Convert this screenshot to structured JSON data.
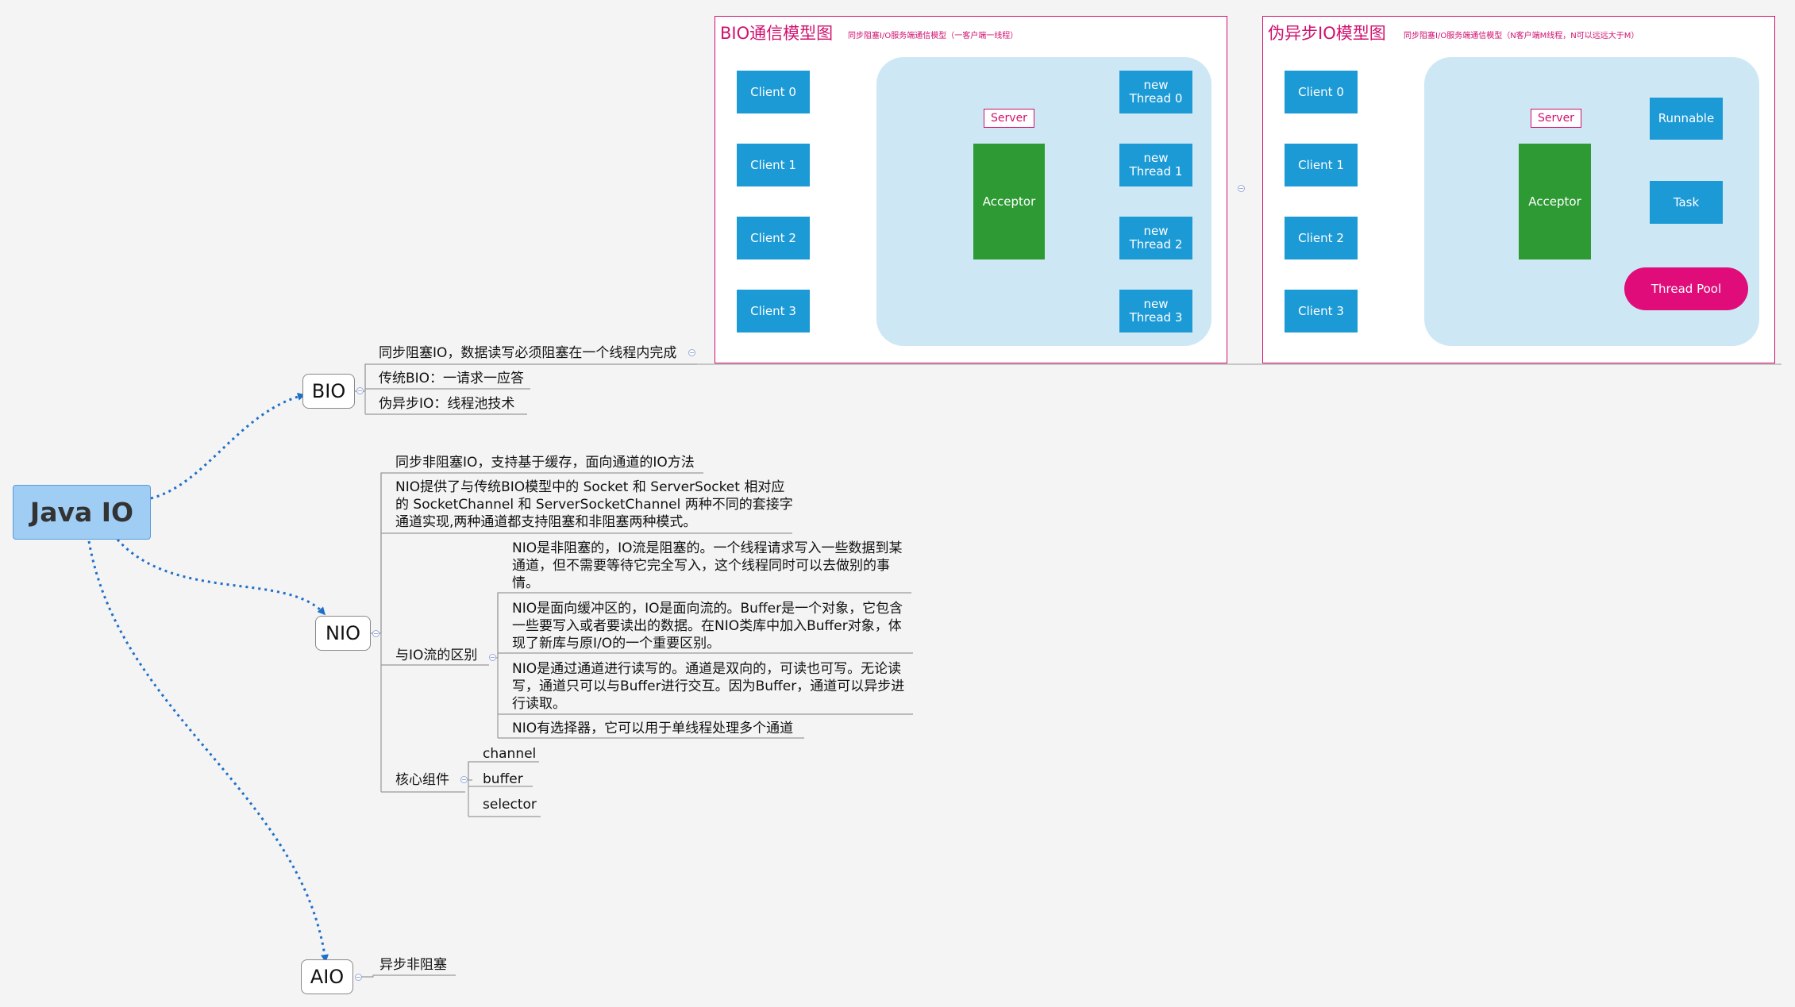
{
  "root": {
    "label": "Java IO"
  },
  "bio": {
    "label": "BIO",
    "items": [
      "同步阻塞IO，数据读写必须阻塞在一个线程内完成",
      "传统BIO：一请求一应答",
      "伪异步IO：线程池技术"
    ]
  },
  "nio": {
    "label": "NIO",
    "items": [
      "同步非阻塞IO，支持基于缓存，面向通道的IO方法",
      "NIO提供了与传统BIO模型中的 Socket 和 ServerSocket 相对应的 SocketChannel 和 ServerSocketChannel 两种不同的套接字通道实现,两种通道都支持阻塞和非阻塞两种模式。"
    ],
    "diff": {
      "label": "与IO流的区别",
      "items": [
        "NIO是非阻塞的，IO流是阻塞的。一个线程请求写入一些数据到某通道，但不需要等待它完全写入，这个线程同时可以去做别的事情。",
        "NIO是面向缓冲区的，IO是面向流的。Buffer是一个对象，它包含一些要写入或者要读出的数据。在NIO类库中加入Buffer对象，体现了新库与原I/O的一个重要区别。",
        "NIO是通过通道进行读写的。通道是双向的，可读也可写。无论读写，通道只可以与Buffer进行交互。因为Buffer，通道可以异步进行读取。",
        "NIO有选择器，它可以用于单线程处理多个通道"
      ]
    },
    "core": {
      "label": "核心组件",
      "items": [
        "channel",
        "buffer",
        "selector"
      ]
    }
  },
  "aio": {
    "label": "AIO",
    "items": [
      "异步非阻塞"
    ]
  },
  "bio_diagram": {
    "title": "BIO通信模型图",
    "subtitle": "同步阻塞I/O服务端通信模型（一客户端一线程）",
    "server": "Server",
    "acceptor": "Acceptor",
    "clients": [
      "Client 0",
      "Client 1",
      "Client 2",
      "Client 3"
    ],
    "threads": [
      "new Thread 0",
      "new Thread 1",
      "new Thread 2",
      "new Thread 3"
    ]
  },
  "pseudo_diagram": {
    "title": "伪异步IO模型图",
    "subtitle": "同步阻塞I/O服务端通信模型（N客户端M线程，N可以远远大于M）",
    "server": "Server",
    "acceptor": "Acceptor",
    "clients": [
      "Client 0",
      "Client 1",
      "Client 2",
      "Client 3"
    ],
    "runnable": "Runnable",
    "task": "Task",
    "pool": "Thread Pool"
  },
  "colors": {
    "frame": "#d0116f",
    "box": "#1c9ad6",
    "acceptor": "#2e9a33",
    "server_bg": "#cde8f4",
    "pool": "#e00c7a",
    "connector": "#1f6fc8"
  }
}
